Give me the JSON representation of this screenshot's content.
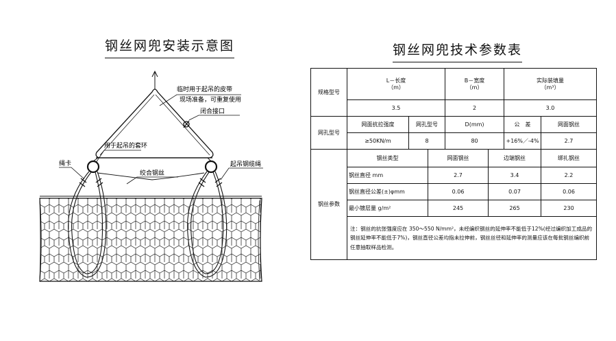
{
  "diagram": {
    "title": "钢丝网兜安装示意图",
    "labels": {
      "strap": "临时用于起吊的皮带",
      "strap2": "现场准备，可重复使用",
      "closure": "闭合接口",
      "loop": "用于起吊的套环",
      "clamp": "绳卡",
      "twist": "绞合钢丝",
      "rope": "起吊钢缆绳"
    }
  },
  "table": {
    "title": "钢丝网兜技术参数表",
    "spec_model": {
      "label": "规格型号",
      "col1": "L－长度",
      "col1_unit": "（m）",
      "col2": "B－宽度",
      "col2_unit": "（m）",
      "col3": "实际装填量",
      "col3_unit": "（m³）",
      "val1": "3.5",
      "val2": "2",
      "val3": "3.0"
    },
    "mesh_model": {
      "label": "网孔型号",
      "headers": [
        "网面抗拉强度",
        "网孔型号",
        "D(mm)",
        "公　差",
        "网面钢丝"
      ],
      "values": [
        "≥50KN/m",
        "8",
        "80",
        "+16%／-4%",
        "2.7"
      ]
    },
    "wire_params": {
      "label": "钢丝参数",
      "headers": [
        "钢丝类型",
        "网面钢丝",
        "边端钢丝",
        "绑扎钢丝"
      ],
      "rows": [
        {
          "name": "钢丝直径 mm",
          "values": [
            "2.7",
            "3.4",
            "2.2"
          ]
        },
        {
          "name": "钢丝直径公差(±)φmm",
          "values": [
            "0.06",
            "0.07",
            "0.06"
          ]
        },
        {
          "name": "最小镀层量 g/m²",
          "values": [
            "245",
            "265",
            "230"
          ]
        }
      ],
      "note": "注：钢丝的抗张强度应在 350～550 N/mm²，未经编织钢丝的延伸率不能低于12%(经过编织加工成品的钢丝延伸率不能低于7%)，钢丝直径公差均指未拉伸前，钢丝丝径和延伸率的测量应该在每批钢丝编织前任意抽取样品检测。"
    }
  }
}
